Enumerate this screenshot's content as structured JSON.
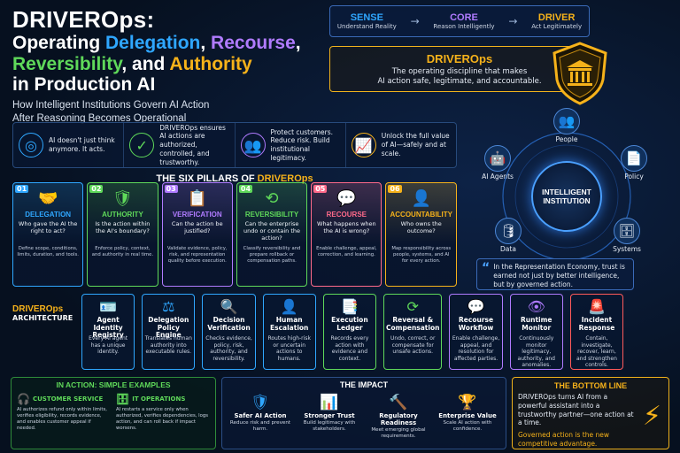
{
  "hero": {
    "title_brand": "DRIVEROps:",
    "title_line2_a": "Operating ",
    "title_delegation": "Delegation",
    "title_comma1": ", ",
    "title_recourse": "Recourse",
    "title_comma2": ",",
    "title_reversibility": "Reversibility",
    "title_and": ", and ",
    "title_authority": "Authority",
    "title_line4": "in Production AI",
    "subtitle_line1": "How Intelligent Institutions Govern AI Action",
    "subtitle_line2": "After Reasoning Becomes Operational"
  },
  "flow": [
    {
      "head": "SENSE",
      "desc": "Understand Reality",
      "color": "#2fa7ff"
    },
    {
      "head": "CORE",
      "desc": "Reason Intelligently",
      "color": "#b07bff"
    },
    {
      "head": "DRIVER",
      "desc": "Act Legitimately",
      "color": "#f6b21a"
    }
  ],
  "flow_arrow": "→",
  "definition": {
    "head": "DRIVEROps",
    "line1": "The operating discipline that makes",
    "line2": "AI action safe, legitimate, and accountable."
  },
  "intro": [
    {
      "icon": "target-icon",
      "glyph": "◎",
      "color": "#2fa7ff",
      "text": "AI doesn't just think anymore. It acts."
    },
    {
      "icon": "shield-check-icon",
      "glyph": "✓",
      "color": "#5fd95a",
      "text": "DRIVEROps ensures AI actions are authorized, controlled, and trustworthy."
    },
    {
      "icon": "people-icon",
      "glyph": "👥",
      "color": "#b07bff",
      "text": "Protect customers. Reduce risk. Build institutional legitimacy."
    },
    {
      "icon": "growth-chart-icon",
      "glyph": "📈",
      "color": "#f6b21a",
      "text": "Unlock the full value of AI—safely and at scale."
    }
  ],
  "pillars_title_a": "THE SIX PILLARS OF ",
  "pillars_title_b": "DRIVEROps",
  "pillars": [
    {
      "num": "01",
      "icon": "delegation-icon",
      "glyph": "🤝",
      "name": "DELEGATION",
      "color": "#2fa7ff",
      "question": "Who gave the AI the right to act?",
      "desc": "Define scope, conditions, limits, duration, and tools."
    },
    {
      "num": "02",
      "icon": "authority-shield-icon",
      "glyph": "🛡",
      "name": "AUTHORITY",
      "color": "#5fd95a",
      "question": "Is the action within the AI's boundary?",
      "desc": "Enforce policy, context, and authority in real time."
    },
    {
      "num": "03",
      "icon": "verification-clipboard-icon",
      "glyph": "📋",
      "name": "VERIFICATION",
      "color": "#b07bff",
      "question": "Can the action be justified?",
      "desc": "Validate evidence, policy, risk, and representation quality before execution."
    },
    {
      "num": "04",
      "icon": "reversibility-icon",
      "glyph": "⟲",
      "name": "REVERSIBILITY",
      "color": "#5fd95a",
      "question": "Can the enterprise undo or contain the action?",
      "desc": "Classify reversibility and prepare rollback or compensation paths."
    },
    {
      "num": "05",
      "icon": "recourse-speech-icon",
      "glyph": "💬",
      "name": "RECOURSE",
      "color": "#ff6a8a",
      "question": "What happens when the AI is wrong?",
      "desc": "Enable challenge, appeal, correction, and learning."
    },
    {
      "num": "06",
      "icon": "accountability-person-icon",
      "glyph": "👤",
      "name": "ACCOUNTABILITY",
      "color": "#f6b21a",
      "question": "Who owns the outcome?",
      "desc": "Map responsibility across people, systems, and AI for every action."
    }
  ],
  "ring": {
    "center": "INTELLIGENT INSTITUTION",
    "nodes": [
      {
        "label": "People",
        "icon": "people-node-icon",
        "glyph": "👥"
      },
      {
        "label": "Policy",
        "icon": "policy-node-icon",
        "glyph": "📄"
      },
      {
        "label": "Systems",
        "icon": "systems-node-icon",
        "glyph": "🗄"
      },
      {
        "label": "Data",
        "icon": "data-node-icon",
        "glyph": "🛢"
      },
      {
        "label": "AI Agents",
        "icon": "ai-agent-node-icon",
        "glyph": "🤖"
      }
    ]
  },
  "quote": {
    "mark": "“",
    "text": "In the Representation Economy, trust is earned not just by better intelligence, but by governed action."
  },
  "architecture": {
    "label_brand": "DRIVEROps",
    "label_word": "ARCHITECTURE",
    "steps": [
      {
        "icon": "id-card-icon",
        "glyph": "🪪",
        "name": "Agent Identity Registry",
        "desc": "Every AI agent has a unique identity.",
        "color": "#2fa7ff"
      },
      {
        "icon": "gavel-icon",
        "glyph": "⚖",
        "name": "Delegation Policy Engine",
        "desc": "Translates human authority into executable rules.",
        "color": "#2fa7ff"
      },
      {
        "icon": "search-shield-icon",
        "glyph": "🔍",
        "name": "Decision Verification",
        "desc": "Checks evidence, policy, risk, authority, and reversibility.",
        "color": "#2fa7ff"
      },
      {
        "icon": "human-icon",
        "glyph": "👤",
        "name": "Human Escalation",
        "desc": "Routes high-risk or uncertain actions to humans.",
        "color": "#2fa7ff"
      },
      {
        "icon": "ledger-icon",
        "glyph": "📑",
        "name": "Execution Ledger",
        "desc": "Records every action with evidence and context.",
        "color": "#5fd95a"
      },
      {
        "icon": "refresh-icon",
        "glyph": "⟳",
        "name": "Reversal & Compensation",
        "desc": "Undo, correct, or compensate for unsafe actions.",
        "color": "#5fd95a"
      },
      {
        "icon": "chat-icon",
        "glyph": "💬",
        "name": "Recourse Workflow",
        "desc": "Enable challenge, appeal, and resolution for affected parties.",
        "color": "#b07bff"
      },
      {
        "icon": "eye-icon",
        "glyph": "👁",
        "name": "Runtime Monitor",
        "desc": "Continuously monitor legitimacy, authority, and anomalies.",
        "color": "#b07bff"
      },
      {
        "icon": "alarm-icon",
        "glyph": "🚨",
        "name": "Incident Response",
        "desc": "Contain, investigate, recover, learn, and strengthen controls.",
        "color": "#ff5a5a"
      }
    ]
  },
  "examples": {
    "head": "IN ACTION: SIMPLE EXAMPLES",
    "items": [
      {
        "icon": "headset-icon",
        "glyph": "🎧",
        "head": "CUSTOMER SERVICE",
        "desc": "AI authorizes refund only within limits, verifies eligibility, records evidence, and enables customer appeal if needed."
      },
      {
        "icon": "server-icon",
        "glyph": "🗄",
        "head": "IT OPERATIONS",
        "desc": "AI restarts a service only when authorized, verifies dependencies, logs action, and can roll back if impact worsens."
      }
    ]
  },
  "impact": {
    "head": "THE IMPACT",
    "items": [
      {
        "icon": "safe-shield-icon",
        "glyph": "🛡",
        "name": "Safer AI Action",
        "desc": "Reduce risk and prevent harm."
      },
      {
        "icon": "trust-chart-icon",
        "glyph": "📊",
        "name": "Stronger Trust",
        "desc": "Build legitimacy with stakeholders."
      },
      {
        "icon": "gavel-icon",
        "glyph": "🔨",
        "name": "Regulatory Readiness",
        "desc": "Meet emerging global requirements."
      },
      {
        "icon": "trophy-icon",
        "glyph": "🏆",
        "name": "Enterprise Value",
        "desc": "Scale AI action with confidence."
      }
    ]
  },
  "bottom_line": {
    "head": "THE BOTTOM LINE",
    "text1": "DRIVEROps turns AI from a powerful assistant into a trustworthy partner—one action at a time.",
    "text2": "Governed action is the new competitive advantage.",
    "icon": "lightning-icon",
    "glyph": "⚡"
  }
}
